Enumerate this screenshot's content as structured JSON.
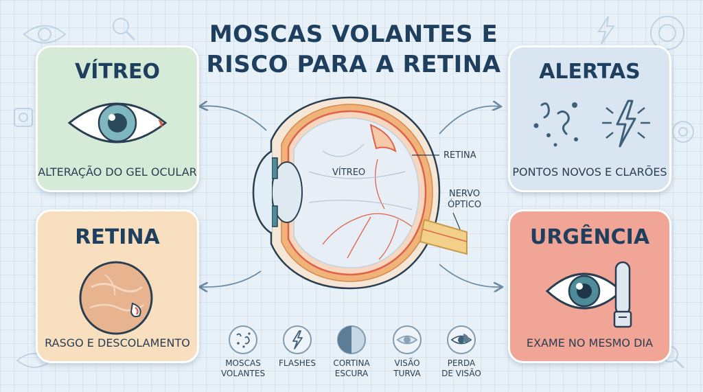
{
  "title": {
    "line1": "MOSCAS VOLANTES E",
    "line2": "RISCO PARA A RETINA"
  },
  "cards": {
    "vitreo": {
      "heading": "VÍTREO",
      "caption": "ALTERAÇÃO DO GEL OCULAR",
      "color": "#d6ead8"
    },
    "retina": {
      "heading": "RETINA",
      "caption": "RASGO E DESCOLAMENTO",
      "color": "#f8dfc0"
    },
    "alertas": {
      "heading": "ALERTAS",
      "caption": "PONTOS NOVOS E CLARÕES",
      "color": "#d9e6f1"
    },
    "urgencia": {
      "heading": "URGÊNCIA",
      "caption": "EXAME NO MESMO DIA",
      "color": "#f0a597"
    }
  },
  "diagram": {
    "label_vitreo": "VÍTREO",
    "label_retina": "RETINA",
    "label_nervo_line1": "NERVO",
    "label_nervo_line2": "ÓPTICO"
  },
  "symptoms": [
    {
      "line1": "MOSCAS",
      "line2": "VOLANTES",
      "icon": "floaters-icon"
    },
    {
      "line1": "FLASHES",
      "line2": "",
      "icon": "flash-icon"
    },
    {
      "line1": "CORTINA",
      "line2": "ESCURA",
      "icon": "dark-curtain-icon"
    },
    {
      "line1": "VISÃO",
      "line2": "TURVA",
      "icon": "blurred-eye-icon"
    },
    {
      "line1": "PERDA",
      "line2": "DE VISÃO",
      "icon": "vision-loss-icon"
    }
  ],
  "colors": {
    "title": "#1f3f5e",
    "retina_red": "#e0614a",
    "eye_iris": "#4e8c9a",
    "background": "#e8f1f8"
  }
}
